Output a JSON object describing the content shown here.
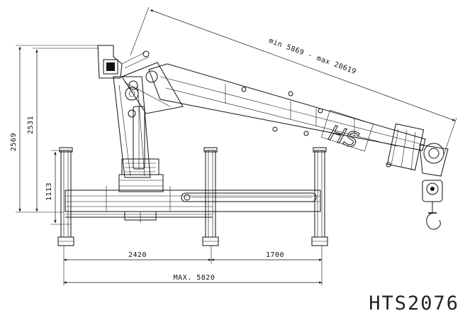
{
  "drawing": {
    "model_label": "HTS2076",
    "boom_logo": "HS",
    "dimensions": {
      "boom_reach": "min 5869 - max 20619",
      "overall_height": "2569",
      "column_height": "2531",
      "base_height": "1113",
      "front_span": "2420",
      "rear_span": "1700",
      "max_span": "MAX. 5820"
    }
  }
}
